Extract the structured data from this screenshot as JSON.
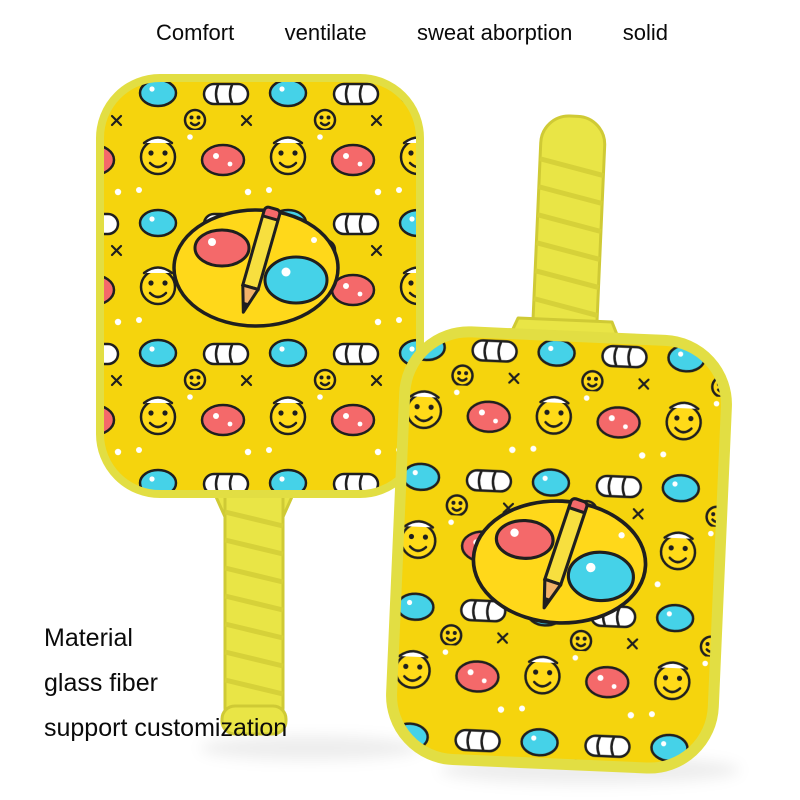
{
  "header": {
    "features": [
      "Comfort",
      "ventilate",
      "sweat aborption",
      "solid"
    ]
  },
  "footer": {
    "lines": [
      "Material",
      "glass fiber",
      "support customization"
    ]
  },
  "product": {
    "colors": {
      "print_yellow": "#f5d40d",
      "edge_yellow_green": "#e9e546",
      "doodle_red": "#f4696a",
      "doodle_cyan": "#45d2e8",
      "outline_black": "#1f1f1f",
      "background": "#ffffff"
    }
  }
}
